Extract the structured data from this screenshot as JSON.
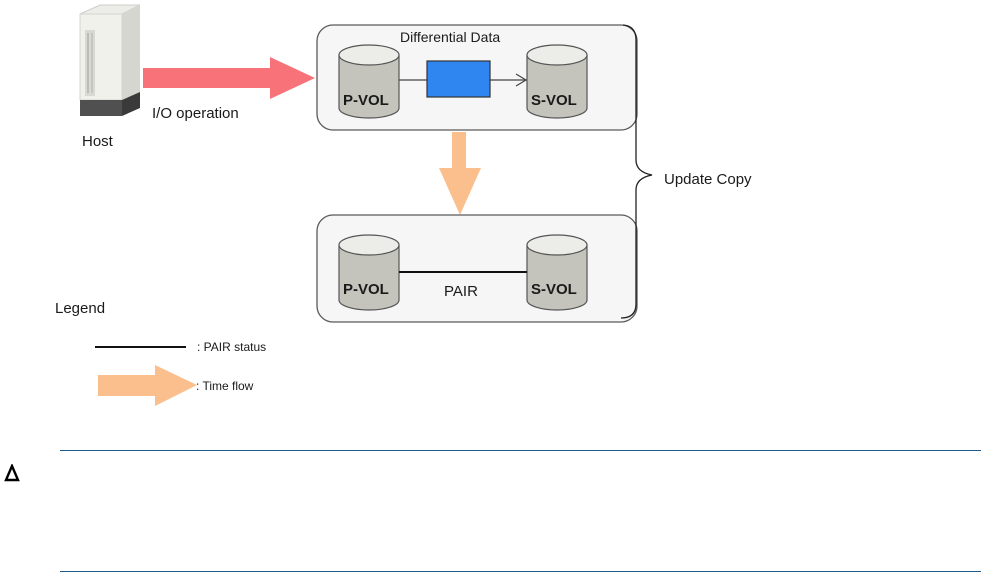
{
  "diagram": {
    "host_label": "Host",
    "io_label": "I/O operation",
    "differential_title": "Differential Data",
    "top_box": {
      "pvol": "P-VOL",
      "svol": "S-VOL"
    },
    "bottom_box": {
      "pvol": "P-VOL",
      "svol": "S-VOL",
      "pair_label": "PAIR"
    },
    "brace_label": "Update Copy",
    "legend": {
      "title": "Legend",
      "items": [
        {
          "symbol": "line",
          "label": ": PAIR status"
        },
        {
          "symbol": "arrow",
          "label": ": Time flow"
        }
      ]
    },
    "colors": {
      "io_arrow": "#f8727a",
      "time_arrow": "#fbbf8e",
      "differential_block": "#2f86f0",
      "volume_body": "#c4c4bd",
      "volume_top": "#ecece8",
      "box_fill": "#f6f6f6",
      "rule": "#1d5a8e"
    }
  },
  "notice": {
    "icon": "caution-triangle-icon",
    "text": ""
  }
}
